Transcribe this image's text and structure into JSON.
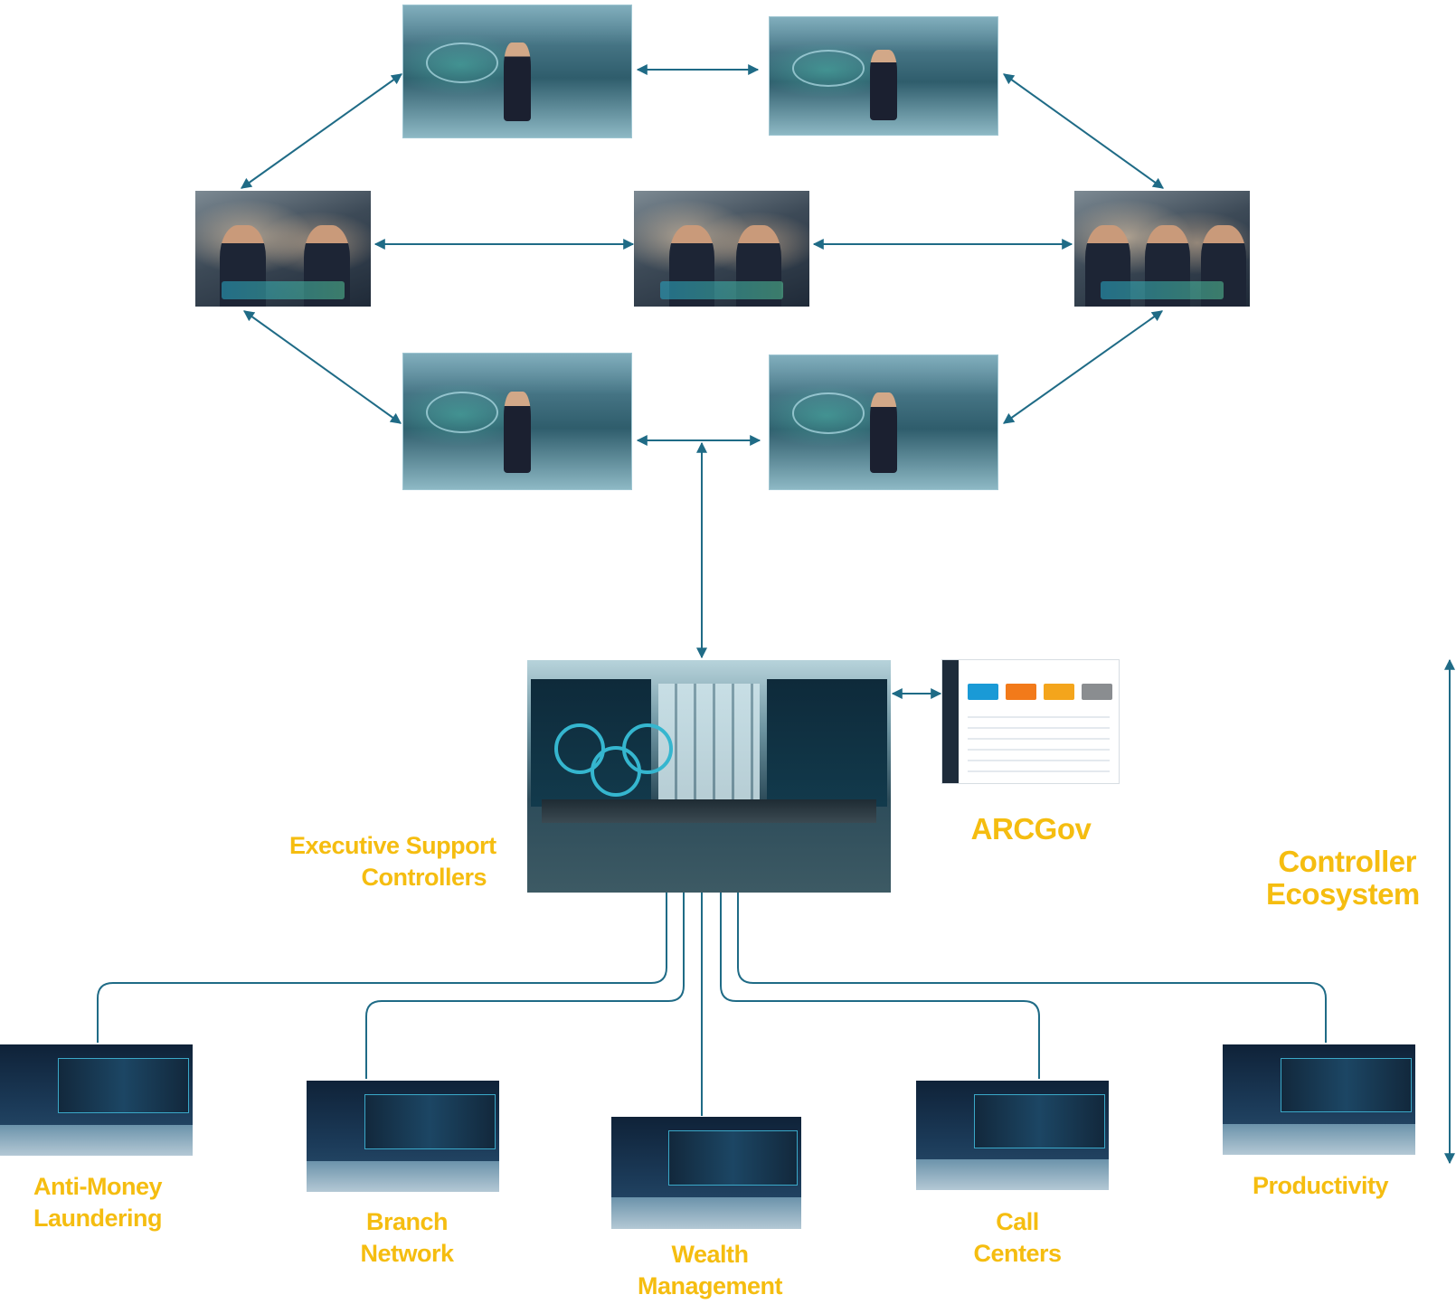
{
  "colors": {
    "connector": "#1f6b86",
    "label": "#f5bd10"
  },
  "nodes": {
    "exec_support": {
      "line1": "Executive Support",
      "line2": "Controllers"
    },
    "arcgov": {
      "label": "ARCGov"
    },
    "controller_ecosystem": {
      "line1": "Controller",
      "line2": "Ecosystem"
    },
    "anti_money": {
      "line1": "Anti-Money",
      "line2": "Laundering"
    },
    "branch": {
      "line1": "Branch",
      "line2": "Network"
    },
    "wealth": {
      "line1": "Wealth",
      "line2": "Management"
    },
    "call": {
      "line1": "Call",
      "line2": "Centers"
    },
    "productivity": {
      "label": "Productivity"
    }
  }
}
